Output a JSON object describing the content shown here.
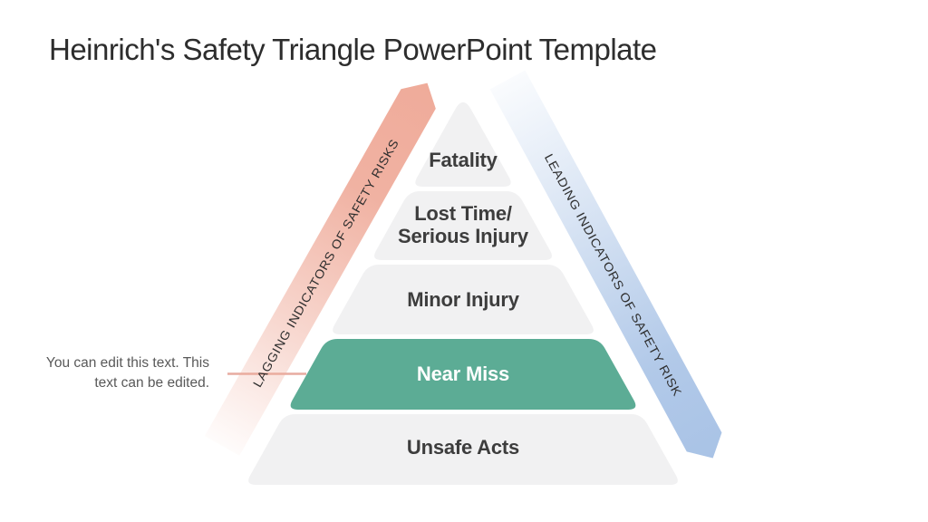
{
  "slide": {
    "title": "Heinrich's Safety Triangle PowerPoint Template",
    "title_color": "#2d2d2d",
    "background_color": "#ffffff",
    "callout": {
      "lines": [
        "You can edit this text. This",
        "text can be edited."
      ],
      "text_color": "#595959",
      "connector_color": "#e7aca0"
    },
    "bands": {
      "lagging": {
        "label": "LAGGING INDICATORS OF SAFETY RISKS",
        "color": "#efab9a",
        "text_color": "#2e2e2e",
        "direction": "up"
      },
      "leading": {
        "label": "LEADING INDICATORS OF SAFETY RISK",
        "color": "#a9c3e6",
        "text_color": "#2e2e2e",
        "direction": "down"
      }
    },
    "pyramid": {
      "tiers": [
        {
          "id": "fatality",
          "lines": [
            "Fatality"
          ],
          "fill": "#f1f1f2",
          "text_color": "#3d3d3d",
          "highlighted": false
        },
        {
          "id": "lost-time",
          "lines": [
            "Lost Time/",
            "Serious Injury"
          ],
          "fill": "#f1f1f2",
          "text_color": "#3d3d3d",
          "highlighted": false
        },
        {
          "id": "minor-injury",
          "lines": [
            "Minor Injury"
          ],
          "fill": "#f1f1f2",
          "text_color": "#3d3d3d",
          "highlighted": false
        },
        {
          "id": "near-miss",
          "lines": [
            "Near Miss"
          ],
          "fill": "#5cac95",
          "text_color": "#ffffff",
          "highlighted": true
        },
        {
          "id": "unsafe-acts",
          "lines": [
            "Unsafe Acts"
          ],
          "fill": "#f1f1f2",
          "text_color": "#3d3d3d",
          "highlighted": false
        }
      ]
    }
  }
}
